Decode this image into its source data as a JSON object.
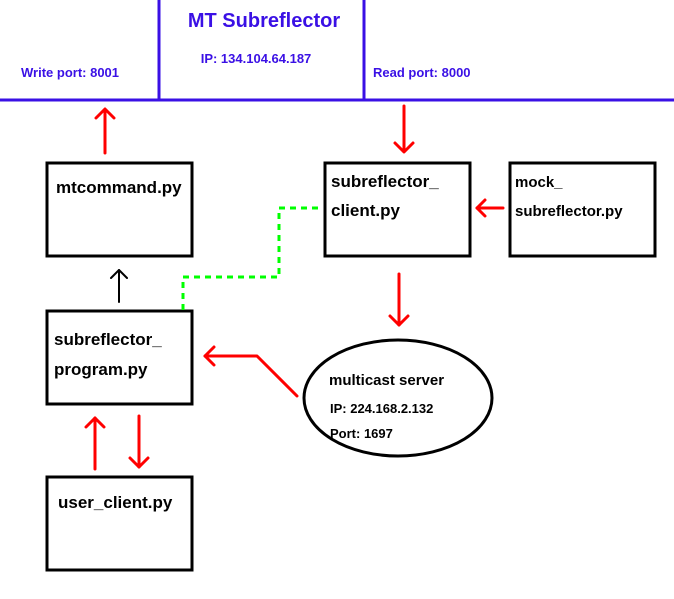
{
  "header": {
    "title": "MT Subreflector",
    "ip": "IP: 134.104.64.187",
    "write_port": "Write port: 8001",
    "read_port": "Read port: 8000"
  },
  "boxes": {
    "mtcommand": [
      "mtcommand.py"
    ],
    "subreflector_client": [
      "subreflector_",
      "client.py"
    ],
    "mock_subreflector": [
      "mock_",
      "subreflector.py"
    ],
    "subreflector_program": [
      "subreflector_",
      "program.py"
    ],
    "user_client": [
      "user_client.py"
    ]
  },
  "multicast": {
    "title": "multicast server",
    "ip": "IP: 224.168.2.132",
    "port": "Port: 1697"
  },
  "colors": {
    "header_text": "#3a10e5",
    "header_line": "#3a10e5",
    "arrow_red": "#ff0000",
    "arrow_black": "#000000",
    "dashed_green": "#00ff00"
  }
}
